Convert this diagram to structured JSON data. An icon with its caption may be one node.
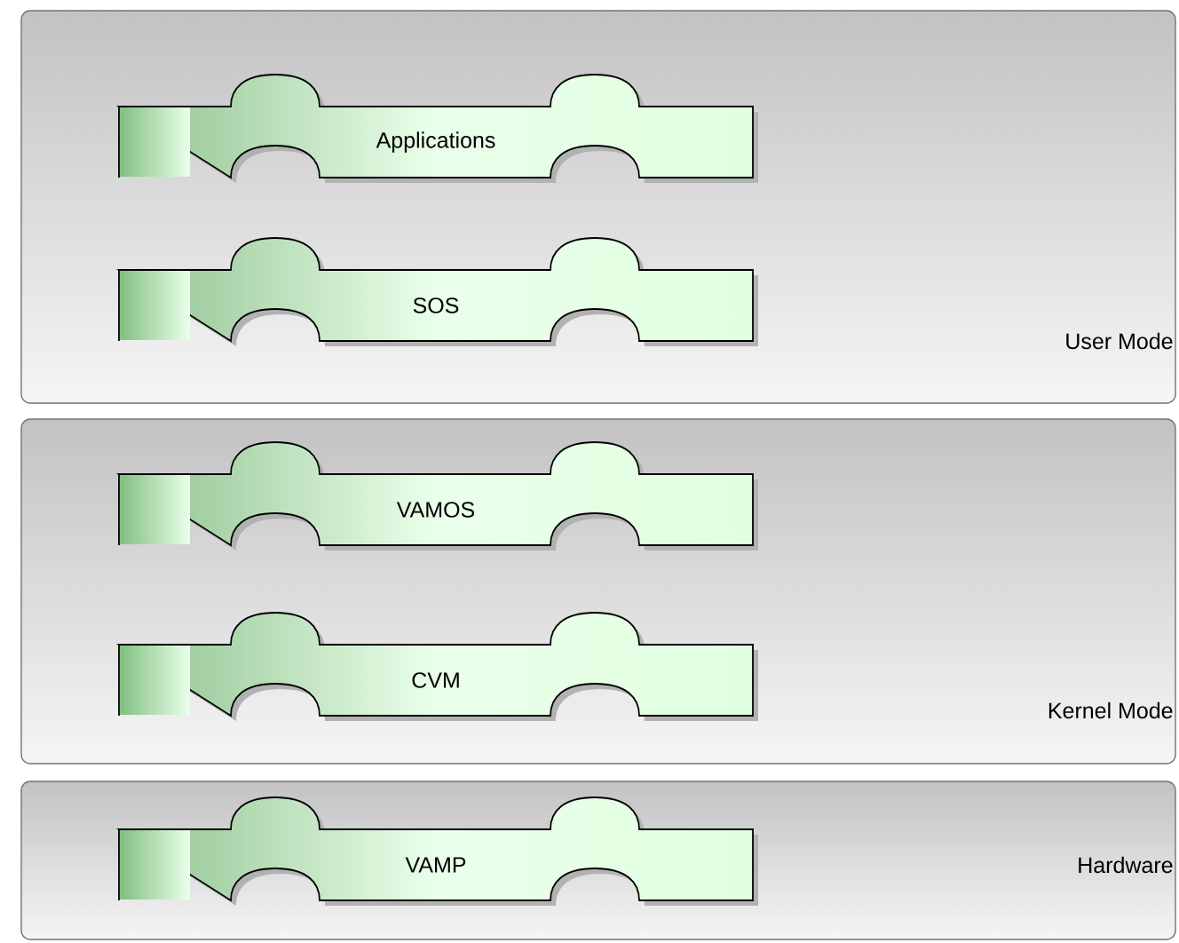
{
  "diagram": {
    "nodes": [
      {
        "text": [
          "User Mode"
        ]
      },
      {
        "text": [
          "Applications"
        ],
        "in": 0
      },
      {
        "text": [
          "SOS"
        ],
        "in": 0
      },
      {
        "text": [
          "Kernel Mode"
        ]
      },
      {
        "text": [
          "VAMOS"
        ],
        "in": 3
      },
      {
        "text": [
          "CVM"
        ],
        "in": 3
      },
      {
        "text": [
          "Hardware"
        ]
      },
      {
        "text": [
          "VAMP"
        ],
        "in": 6
      }
    ]
  }
}
